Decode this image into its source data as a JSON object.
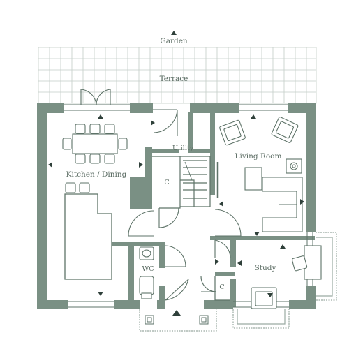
{
  "plan": {
    "labels": {
      "garden": "Garden",
      "terrace": "Terrace",
      "utility": "Utility",
      "kitchen_dining": "Kitchen / Dining",
      "living_room": "Living Room",
      "cupboard_inner": "C",
      "cupboard_hall": "C",
      "wc": "WC",
      "study": "Study"
    },
    "colors": {
      "wall": "#7a9084",
      "line": "#5e7368",
      "grid": "#bfcac4",
      "arrow": "#2f403a",
      "background": "#ffffff"
    }
  }
}
